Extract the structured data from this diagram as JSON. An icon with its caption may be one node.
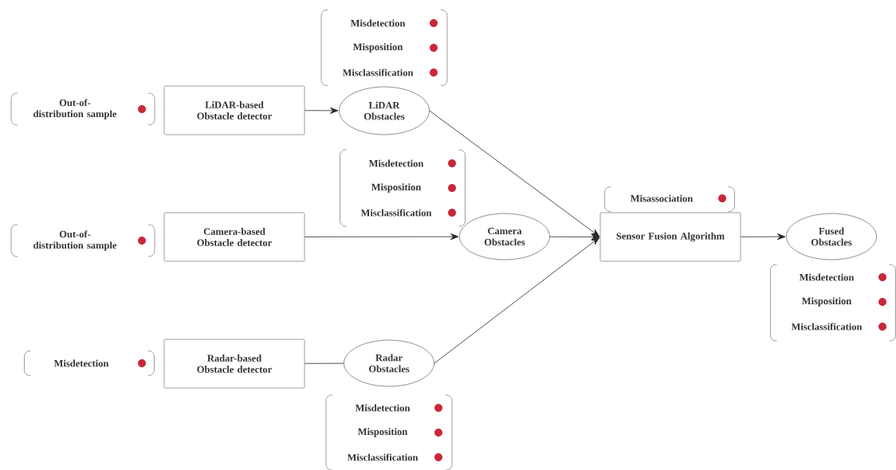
{
  "diagram": {
    "nodes": [
      {
        "text": [
          "Out-of-distribution sample"
        ]
      },
      {
        "text": [
          "LiDAR-based Obstacle detector"
        ]
      },
      {
        "text": [
          "Misdetection",
          "Misposition",
          "Misclassification"
        ]
      },
      {
        "text": [
          "LiDAR Obstacles"
        ]
      },
      {
        "text": [
          "Out-of-distribution sample"
        ]
      },
      {
        "text": [
          "Camera-based Obstacle detector"
        ]
      },
      {
        "text": [
          "Misdetection",
          "Misposition",
          "Misclassification"
        ]
      },
      {
        "text": [
          "Camera Obstacles"
        ]
      },
      {
        "text": [
          "Misassociation"
        ]
      },
      {
        "text": [
          "Sensor Fusion Algorithm"
        ]
      },
      {
        "text": [
          "Fused Obstacles"
        ]
      },
      {
        "text": [
          "Misdetection",
          "Misposition",
          "Misclassification"
        ]
      },
      {
        "text": [
          "Misdetection"
        ]
      },
      {
        "text": [
          "Radar-based Obstacle detector"
        ]
      },
      {
        "text": [
          "Radar Obstacles"
        ]
      },
      {
        "text": [
          "Misdetection",
          "Misposition",
          "Misclassification"
        ]
      }
    ],
    "edges": [
      {
        "from": 1,
        "to": 3,
        "arrow": "to"
      },
      {
        "from": 5,
        "to": 7,
        "arrow": "to"
      },
      {
        "from": 13,
        "to": 14,
        "arrow": "none"
      },
      {
        "from": 3,
        "to": 9,
        "arrow": "to"
      },
      {
        "from": 7,
        "to": 9,
        "arrow": "to"
      },
      {
        "from": 14,
        "to": 9,
        "arrow": "to"
      },
      {
        "from": 9,
        "to": 10,
        "arrow": "to"
      }
    ]
  }
}
